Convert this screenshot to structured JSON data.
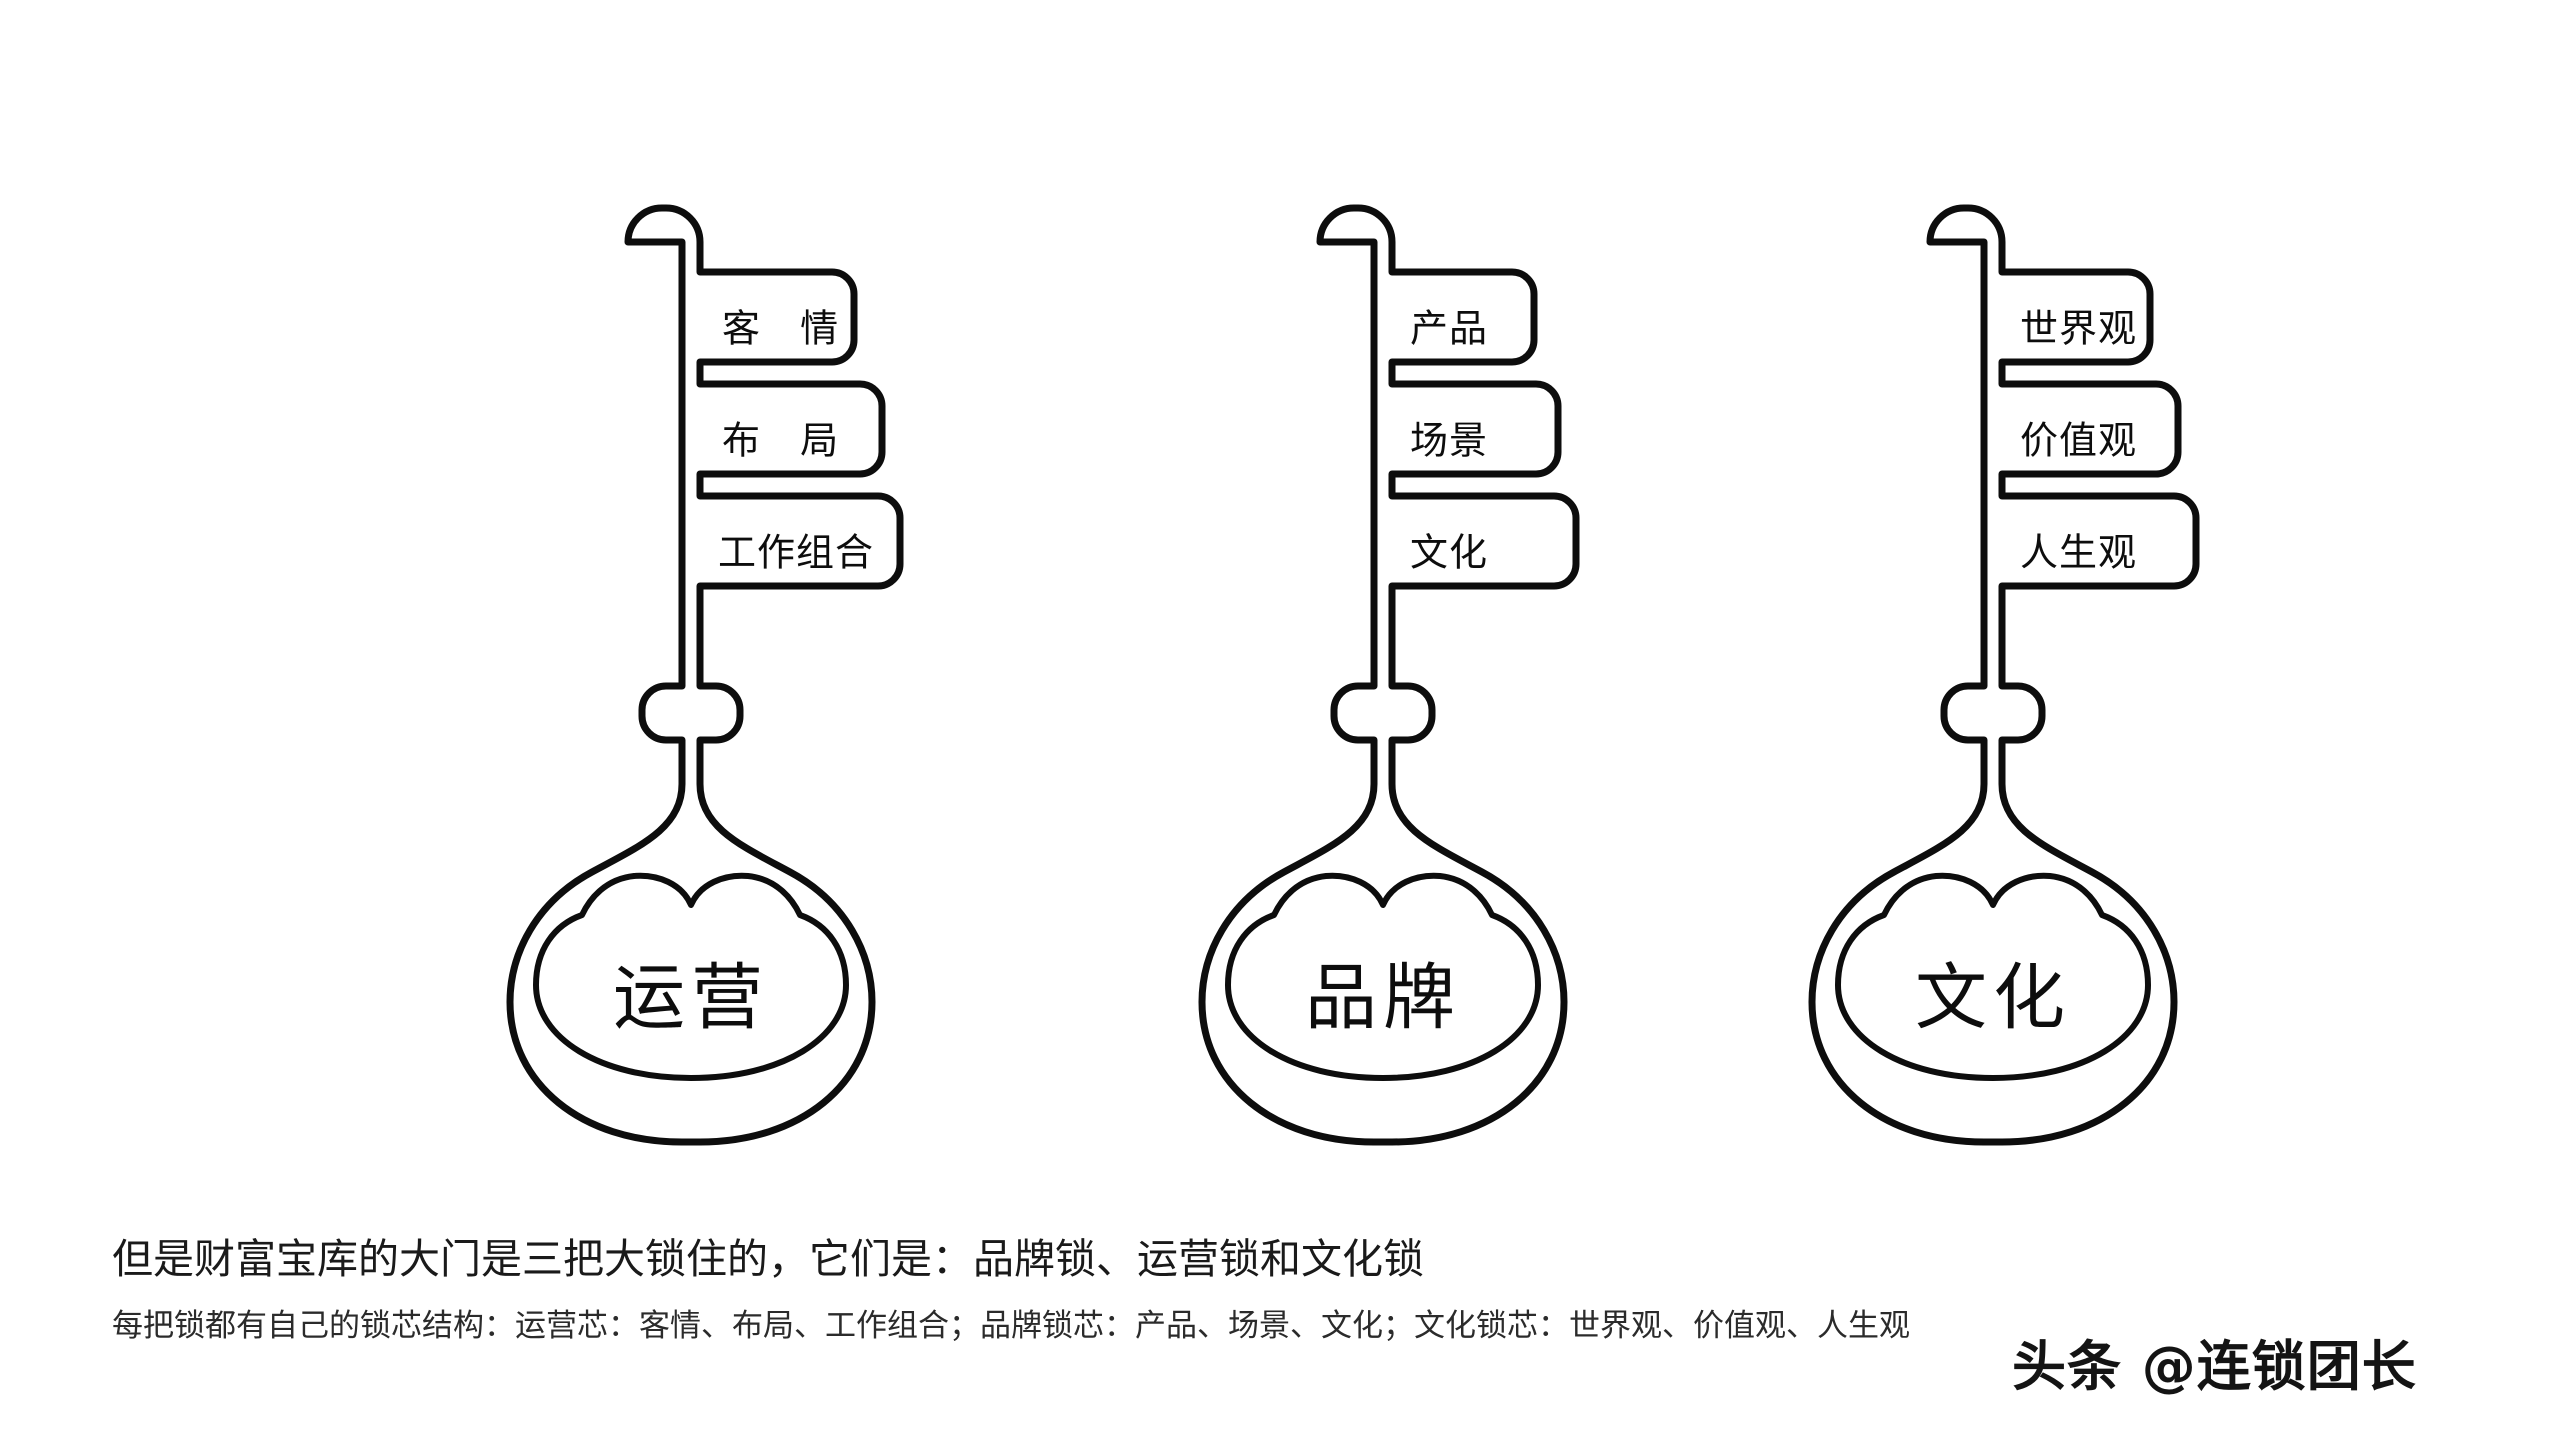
{
  "diagram": {
    "title_text": "",
    "stroke_color": "#0d0d0d",
    "background_color": "#ffffff",
    "keys": [
      {
        "id": "operations-key",
        "bow_label": "运营",
        "teeth": [
          {
            "label": "客 情",
            "width": "short"
          },
          {
            "label": "布 局",
            "width": "medium"
          },
          {
            "label": "工作组合",
            "width": "long"
          }
        ]
      },
      {
        "id": "brand-key",
        "bow_label": "品牌",
        "teeth": [
          {
            "label": "产品",
            "width": "short"
          },
          {
            "label": "场景",
            "width": "medium"
          },
          {
            "label": "文化",
            "width": "long"
          }
        ]
      },
      {
        "id": "culture-key",
        "bow_label": "文化",
        "teeth": [
          {
            "label": "世界观",
            "width": "short"
          },
          {
            "label": "价值观",
            "width": "medium"
          },
          {
            "label": "人生观",
            "width": "long"
          }
        ]
      }
    ]
  },
  "caption": {
    "line1": "但是财富宝库的大门是三把大锁住的，它们是：品牌锁、运营锁和文化锁",
    "line2": "每把锁都有自己的锁芯结构：运营芯：客情、布局、工作组合；品牌锁芯：产品、场景、文化；文化锁芯：世界观、价值观、人生观"
  },
  "watermark": {
    "text": "头条 @连锁团长"
  }
}
